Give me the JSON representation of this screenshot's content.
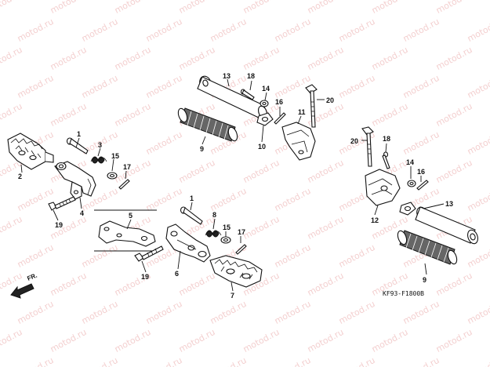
{
  "watermark_text": "motod.ru",
  "diagram_code": "KF93-F1800B",
  "direction_label": "FR.",
  "part_labels": {
    "p1a": "1",
    "p1b": "1",
    "p2": "2",
    "p3": "3",
    "p4": "4",
    "p5": "5",
    "p6": "6",
    "p7": "7",
    "p8": "8",
    "p9a": "9",
    "p9b": "9",
    "p10": "10",
    "p11": "11",
    "p12": "12",
    "p13a": "13",
    "p13b": "13",
    "p14a": "14",
    "p14b": "14",
    "p15a": "15",
    "p15b": "15",
    "p16a": "16",
    "p16b": "16",
    "p17a": "17",
    "p17b": "17",
    "p18a": "18",
    "p18b": "18",
    "p19a": "19",
    "p19b": "19",
    "p20a": "20",
    "p20b": "20"
  },
  "colors": {
    "line": "#111111",
    "watermark": "#f0c0c0",
    "grip": "#666666"
  }
}
